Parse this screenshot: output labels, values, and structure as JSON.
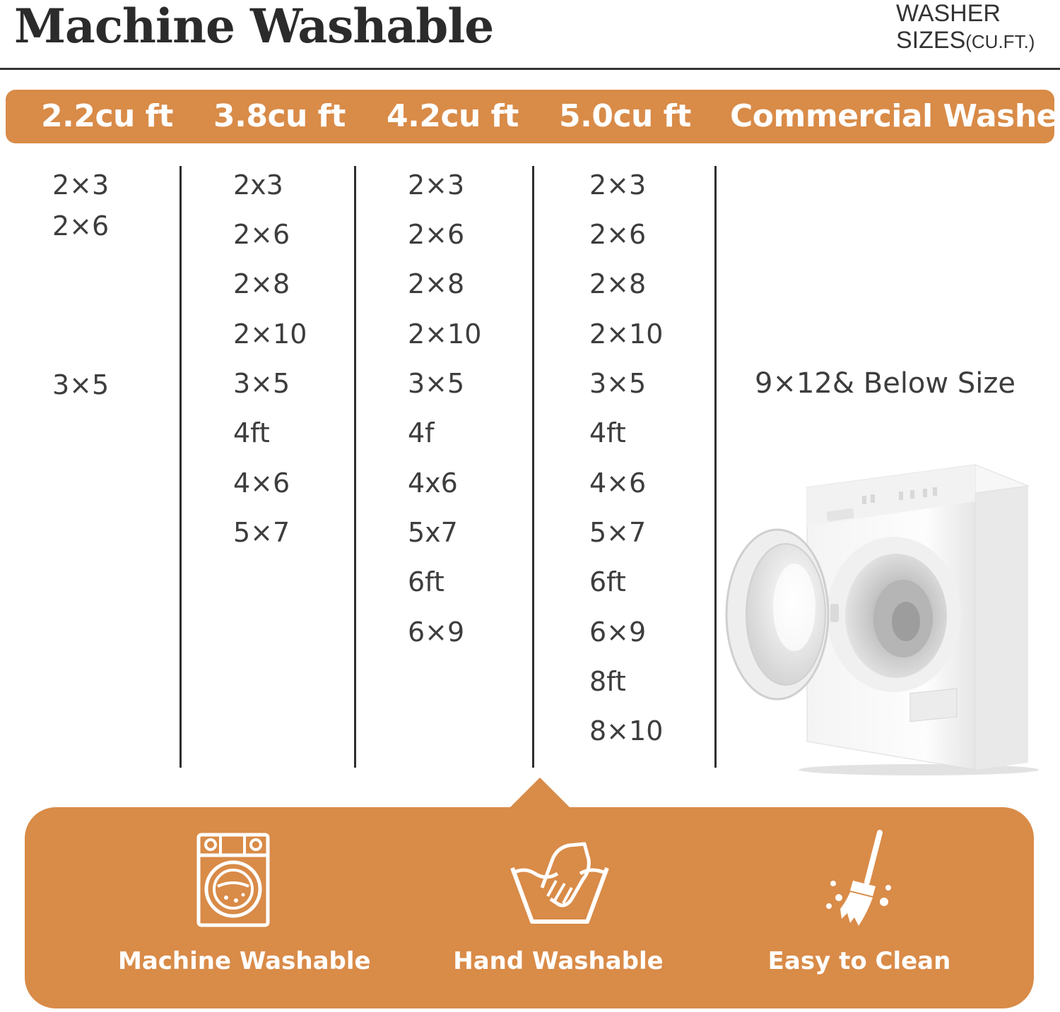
{
  "header": {
    "title": "Machine Washable",
    "subtitle_line1": "WASHER",
    "subtitle_line2": "SIZES",
    "subtitle_unit": "(CU.FT.)"
  },
  "columns": [
    {
      "label": "2.2cu ft",
      "sizes": [
        "2×3",
        "2×6",
        "3×5"
      ]
    },
    {
      "label": "3.8cu ft",
      "sizes": [
        "2x3",
        "2×6",
        "2×8",
        "2×10",
        "3×5",
        "4ft",
        "4×6",
        "5×7"
      ]
    },
    {
      "label": "4.2cu ft",
      "sizes": [
        "2×3",
        "2×6",
        "2×8",
        "2×10",
        "3×5",
        "4f",
        "4x6",
        "5x7",
        "6ft",
        "6×9"
      ]
    },
    {
      "label": "5.0cu ft",
      "sizes": [
        "2×3",
        "2×6",
        "2×8",
        "2×10",
        "3×5",
        "4ft",
        "4×6",
        "5×7",
        "6ft",
        "6×9",
        "8ft",
        "8×10"
      ]
    },
    {
      "label": "Commercial Washer",
      "note": "9×12& Below Size"
    }
  ],
  "features": [
    {
      "label": "Machine Washable",
      "icon": "washing-machine-icon"
    },
    {
      "label": "Hand Washable",
      "icon": "hand-wash-icon"
    },
    {
      "label": "Easy to Clean",
      "icon": "broom-icon"
    }
  ],
  "colors": {
    "accent": "#d98b48",
    "text": "#3d3d3d",
    "white": "#ffffff"
  }
}
